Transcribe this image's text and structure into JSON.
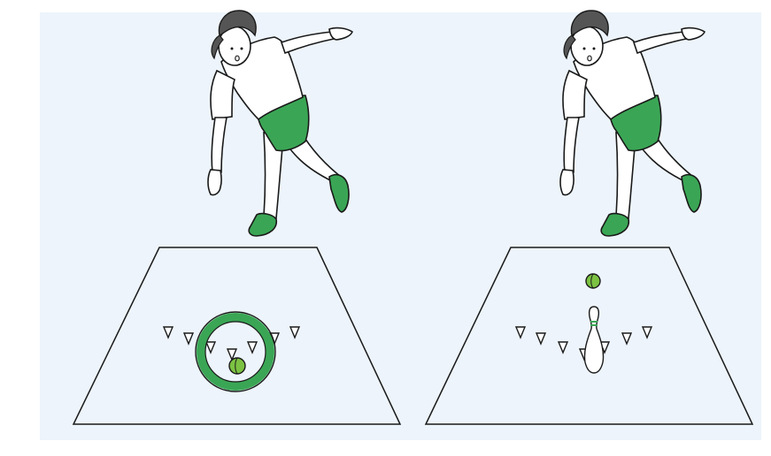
{
  "colors": {
    "background": "#edf4fb",
    "accent_green": "#3aa655",
    "ring_green": "#3aa655",
    "ball_green": "#7cc242",
    "outline": "#1a1a1a",
    "hair": "#555555",
    "shirt": "#ffffff"
  },
  "panels": [
    {
      "id": "left",
      "content": "bowler-ball-inside-ring",
      "icons": [
        "bowler-icon",
        "lane-icon",
        "pins-icon",
        "target-ring-icon",
        "ball-icon"
      ]
    },
    {
      "id": "right",
      "content": "bowler-ball-before-pin",
      "icons": [
        "bowler-icon",
        "lane-icon",
        "pins-icon",
        "bowling-pin-icon",
        "ball-icon"
      ]
    }
  ]
}
